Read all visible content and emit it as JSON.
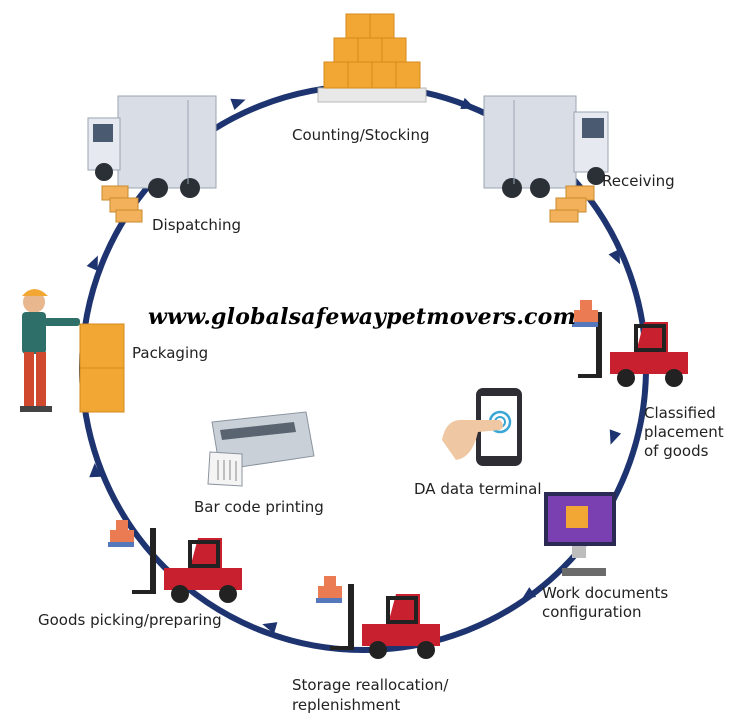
{
  "labels": {
    "counting": "Counting/Stocking",
    "receiving": "Receiving",
    "dispatching": "Dispatching",
    "packaging": "Packaging",
    "classified_1": "Classified",
    "classified_2": "placement",
    "classified_3": "of goods",
    "da_terminal": "DA data terminal",
    "barcode": "Bar code printing",
    "work_docs_1": "Work documents",
    "work_docs_2": "configuration",
    "picking": "Goods picking/preparing",
    "storage_1": "Storage reallocation/",
    "storage_2": "replenishment"
  },
  "watermark": "www.globalsafewaypetmovers.com",
  "colors": {
    "cycle": "#1d3470",
    "truck": "#cfd6df",
    "box": "#f2a735",
    "forklift": "#c8202f"
  },
  "icons": [
    "boxes-pallet-icon",
    "truck-icon",
    "forklift-icon",
    "phone-touch-icon",
    "monitor-icon",
    "printer-icon",
    "worker-icon"
  ]
}
